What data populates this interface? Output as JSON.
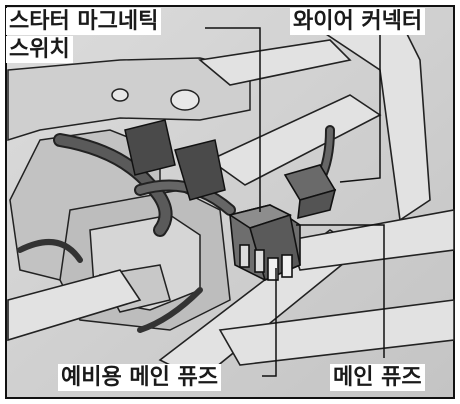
{
  "labels": {
    "starter_switch_line1": "스타터 마그네틱",
    "starter_switch_line2": "스위치",
    "wire_connector": "와이어 커넥터",
    "spare_main_fuse": "예비용 메인 퓨즈",
    "main_fuse": "메인 퓨즈"
  }
}
